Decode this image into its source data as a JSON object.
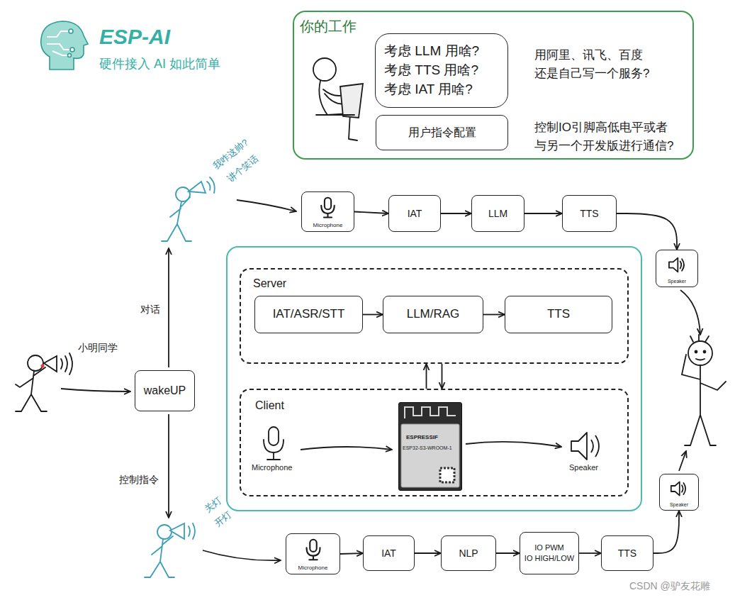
{
  "diagram": {
    "title": "ESP-AI",
    "nodes": [
      {
        "text": [
          "你的工作",
          "用阿里、讯飞、百度 还是自己写一个服务?",
          "控制IO引脚高低电平或者 与另一个开发版进行通信?"
        ]
      },
      {
        "text": [
          "考虑 LLM 用啥?",
          "考虑 TTS 用啥?",
          "考虑 IAT 用啥?"
        ],
        "in": 0
      },
      {
        "text": [
          "用户指令配置"
        ],
        "in": 0
      },
      {
        "text": [
          "Microphone"
        ]
      },
      {
        "text": [
          "IAT"
        ]
      },
      {
        "text": [
          "LLM"
        ]
      },
      {
        "text": [
          "TTS"
        ]
      },
      {
        "text": [
          "Speaker"
        ]
      },
      {
        "text": [
          "Server"
        ]
      },
      {
        "text": [
          "IAT/ASR/STT"
        ],
        "in": 8
      },
      {
        "text": [
          "LLM/RAG"
        ],
        "in": 8
      },
      {
        "text": [
          "TTS"
        ],
        "in": 8
      },
      {
        "text": [
          "Client"
        ]
      },
      {
        "text": [
          "ESPRESSIF",
          "ESP32-S3-WROOM-1"
        ],
        "in": 12
      },
      {
        "text": [
          "wakeUP"
        ]
      },
      {
        "text": [
          "Microphone"
        ]
      },
      {
        "text": [
          "IAT"
        ]
      },
      {
        "text": [
          "NLP"
        ]
      },
      {
        "text": [
          "IO PWM",
          "IO HIGH/LOW"
        ]
      },
      {
        "text": [
          "TTS"
        ]
      },
      {
        "text": [
          "Speaker"
        ]
      }
    ],
    "edges": [
      {
        "from": 3,
        "to": 4,
        "arrow": "to"
      },
      {
        "from": 4,
        "to": 5,
        "arrow": "to"
      },
      {
        "from": 5,
        "to": 6,
        "arrow": "to"
      },
      {
        "from": 6,
        "to": 7,
        "arrow": "to"
      },
      {
        "from": 9,
        "to": 10,
        "arrow": "to"
      },
      {
        "from": 10,
        "to": 11,
        "arrow": "to"
      },
      {
        "from": 12,
        "to": 8,
        "arrow": "to"
      },
      {
        "from": 8,
        "to": 12,
        "arrow": "to"
      },
      {
        "from": 15,
        "to": 16,
        "arrow": "to"
      },
      {
        "from": 16,
        "to": 17,
        "arrow": "to"
      },
      {
        "from": 17,
        "to": 18,
        "arrow": "to"
      },
      {
        "from": 18,
        "to": 19,
        "arrow": "to"
      },
      {
        "from": 19,
        "to": 20,
        "arrow": "to"
      }
    ],
    "labels": [
      "硬件接入 AI 如此简单",
      "我咋这帅?",
      "讲个笑话",
      "小明同学",
      "对话",
      "控制指令",
      "关灯",
      "开灯",
      "Microphone",
      "Speaker",
      "CSDN @驴友花雕"
    ]
  }
}
